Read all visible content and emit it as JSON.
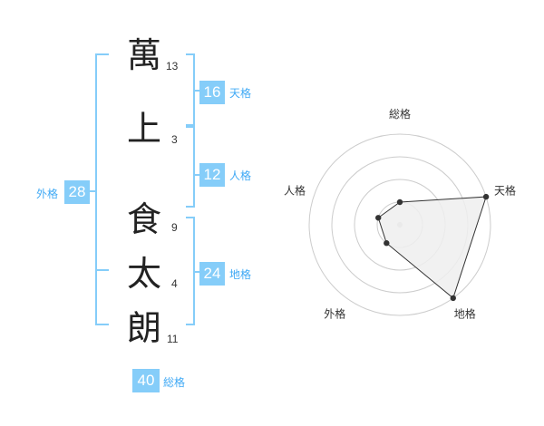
{
  "name_chars": [
    {
      "char": "萬",
      "strokes": "13"
    },
    {
      "char": "上",
      "strokes": "3"
    },
    {
      "char": "食",
      "strokes": "9"
    },
    {
      "char": "太",
      "strokes": "4"
    },
    {
      "char": "朗",
      "strokes": "11"
    }
  ],
  "fortune": {
    "tenkaku": {
      "value": "16",
      "label": "天格"
    },
    "jinkaku": {
      "value": "12",
      "label": "人格"
    },
    "chikaku": {
      "value": "24",
      "label": "地格"
    },
    "gaikaku": {
      "value": "28",
      "label": "外格"
    },
    "soukaku": {
      "value": "40",
      "label": "総格"
    }
  },
  "colors": {
    "accent": "#85cdf9",
    "label": "#3fa9f5",
    "bracket": "#85cdf9",
    "polygon_fill": "#eeeeee"
  },
  "chart_data": {
    "type": "radar",
    "axes": [
      "総格",
      "天格",
      "地格",
      "外格",
      "人格"
    ],
    "rings": 4,
    "max": 4,
    "values": [
      1,
      4,
      4,
      1,
      1
    ],
    "grid": true
  }
}
